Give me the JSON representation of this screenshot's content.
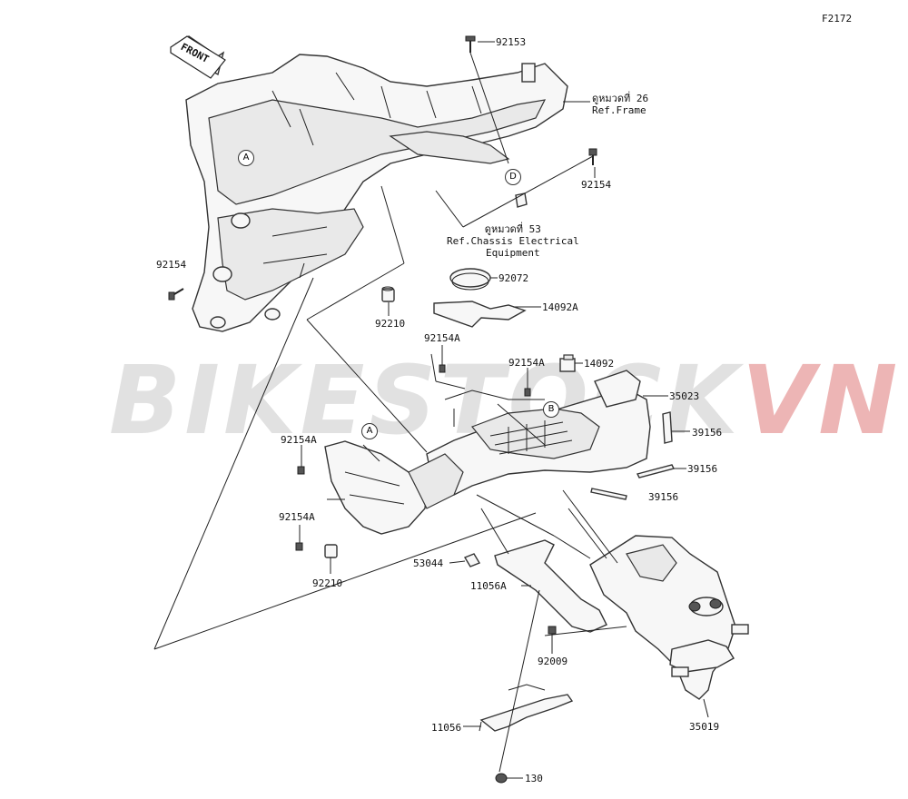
{
  "diagram_code": "F2172",
  "front_arrow": "FRONT",
  "watermark": {
    "text_main": "BIKESTOCK",
    "text_accent": "VN"
  },
  "callouts": {
    "c92153": "92153",
    "c92154_top": "92154",
    "c92154_left": "92154",
    "c92072": "92072",
    "c14092A": "14092A",
    "c92210_top": "92210",
    "c92154A_top": "92154A",
    "c92154A_mid": "92154A",
    "c14092": "14092",
    "c35023": "35023",
    "c39156_a": "39156",
    "c39156_b": "39156",
    "c39156_c": "39156",
    "c92154A_left1": "92154A",
    "c92154A_left2": "92154A",
    "c92210_bottom": "92210",
    "c53044": "53044",
    "c11056A": "11056A",
    "c92009": "92009",
    "c11056": "11056",
    "c35019": "35019",
    "c130": "130"
  },
  "references": {
    "frame_line1": "ดูหมวดที่ 26",
    "frame_line2": "Ref.Frame",
    "elec_line1": "ดูหมวดที่ 53",
    "elec_line2": "Ref.Chassis Electrical",
    "elec_line3": "Equipment"
  },
  "markers": {
    "a": "A",
    "b": "B",
    "d": "D"
  },
  "colors": {
    "line": "#222222",
    "watermark_gray": "#c8c8c8",
    "watermark_red": "#d65a5a"
  }
}
